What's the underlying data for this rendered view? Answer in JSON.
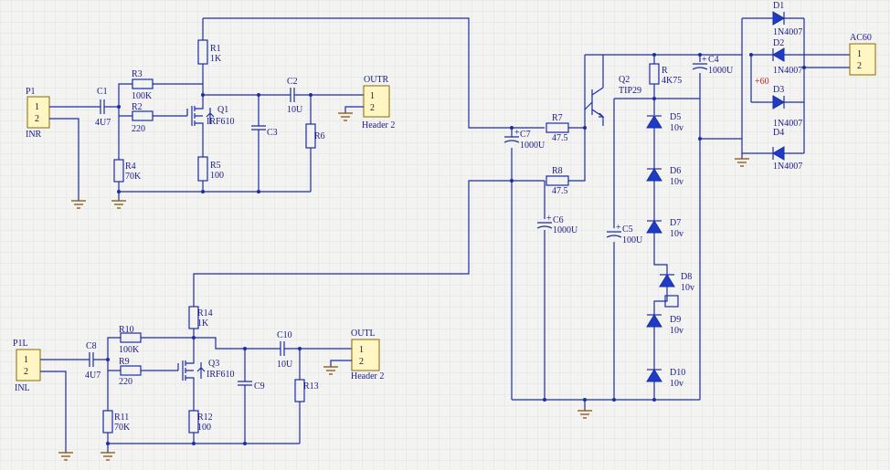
{
  "colors": {
    "wire": "#1c2ca8",
    "text": "#1a1a8a",
    "ground": "#8a4b00",
    "header_fill": "#fff6c4",
    "grid": "#e2e2df",
    "background": "#f3f3f1",
    "net_label": "#cc2222"
  },
  "connectors": {
    "p1": {
      "name": "P1",
      "pins": [
        "1",
        "2"
      ],
      "net": "INR"
    },
    "outr": {
      "name": "OUTR",
      "pins": [
        "1",
        "2"
      ],
      "desc": "Header 2"
    },
    "p1l": {
      "name": "P1L",
      "pins": [
        "1",
        "2"
      ],
      "net": "INL"
    },
    "outl": {
      "name": "OUTL",
      "pins": [
        "1",
        "2"
      ],
      "desc": "Header 2"
    },
    "ac60": {
      "name": "AC60",
      "pins": [
        "1",
        "2"
      ]
    }
  },
  "components": {
    "c1": {
      "ref": "C1",
      "value": "4U7"
    },
    "r1": {
      "ref": "R1",
      "value": "1K"
    },
    "r2": {
      "ref": "R2",
      "value": "220"
    },
    "r3": {
      "ref": "R3",
      "value": "100K"
    },
    "r4": {
      "ref": "R4",
      "value": "70K"
    },
    "r5": {
      "ref": "R5",
      "value": "100"
    },
    "q1": {
      "ref": "Q1",
      "value": "IRF610"
    },
    "c2": {
      "ref": "C2",
      "value": "10U"
    },
    "c3": {
      "ref": "C3"
    },
    "r6": {
      "ref": "R6"
    },
    "c8": {
      "ref": "C8",
      "value": "4U7"
    },
    "r9": {
      "ref": "R9",
      "value": "220"
    },
    "r10": {
      "ref": "R10",
      "value": "100K"
    },
    "r11": {
      "ref": "R11",
      "value": "70K"
    },
    "r12": {
      "ref": "R12",
      "value": "100"
    },
    "r14": {
      "ref": "R14",
      "value": "1K"
    },
    "q3": {
      "ref": "Q3",
      "value": "IRF610"
    },
    "c10": {
      "ref": "C10",
      "value": "10U"
    },
    "c9": {
      "ref": "C9"
    },
    "r13": {
      "ref": "R13"
    },
    "c7": {
      "ref": "C7",
      "value": "1000U"
    },
    "r7": {
      "ref": "R7",
      "value": "47.5"
    },
    "r8": {
      "ref": "R8",
      "value": "47.5"
    },
    "c6": {
      "ref": "C6",
      "value": "1000U"
    },
    "q2": {
      "ref": "Q2",
      "value": "TIP29"
    },
    "r": {
      "ref": "R",
      "value": "4K75"
    },
    "c4": {
      "ref": "C4",
      "value": "1000U"
    },
    "c5": {
      "ref": "C5",
      "value": "100U"
    },
    "d5": {
      "ref": "D5",
      "value": "10v"
    },
    "d6": {
      "ref": "D6",
      "value": "10v"
    },
    "d7": {
      "ref": "D7",
      "value": "10v"
    },
    "d8": {
      "ref": "D8",
      "value": "10v"
    },
    "d9": {
      "ref": "D9",
      "value": "10v"
    },
    "d10": {
      "ref": "D10",
      "value": "10v"
    },
    "d1": {
      "ref": "D1",
      "value": "1N4007"
    },
    "d2": {
      "ref": "D2",
      "value": "1N4007"
    },
    "d3": {
      "ref": "D3",
      "value": "1N4007"
    },
    "d4": {
      "ref": "D4",
      "value": "1N4007"
    }
  },
  "net_labels": {
    "plus60": "+60"
  },
  "icons": {
    "ground": "ground-symbol-icon",
    "polarity": "plus-icon"
  }
}
